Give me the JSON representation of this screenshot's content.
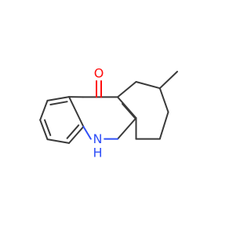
{
  "molecule": {
    "atoms": {
      "oxygen": "O",
      "nitrogen": "N",
      "hydrogen": "H"
    },
    "colors": {
      "bond": "#3a3a3a",
      "oxygen": "#ff0d0d",
      "nitrogen": "#3050f8"
    }
  }
}
